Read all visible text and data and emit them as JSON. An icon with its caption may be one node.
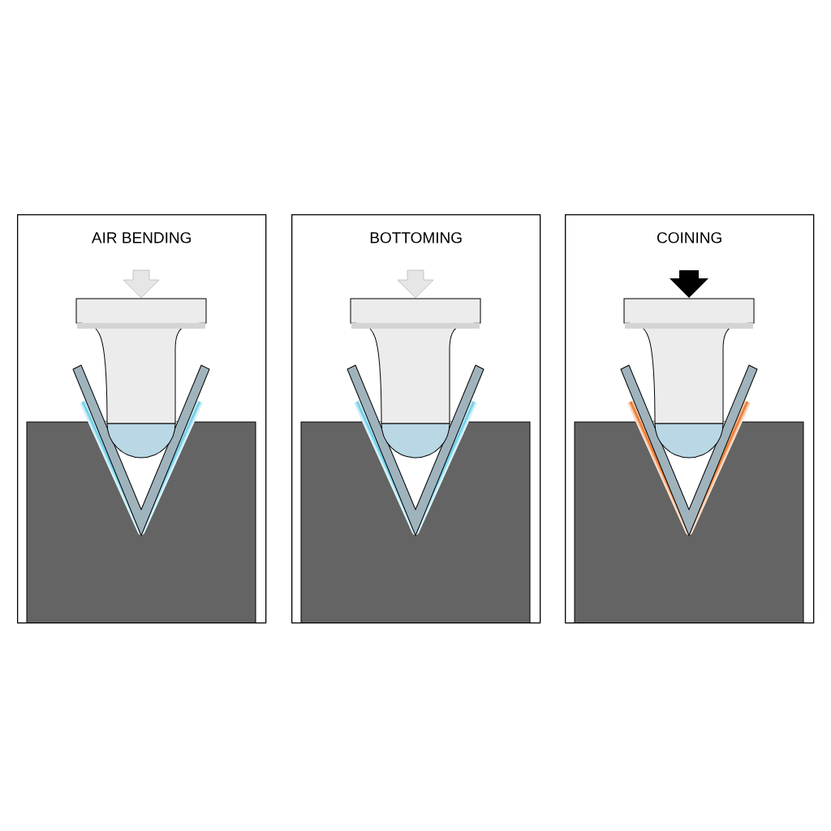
{
  "diagram": {
    "nodes": [
      {
        "text": [
          "AIR BENDING"
        ]
      },
      {
        "text": [
          "BOTTOMING"
        ]
      },
      {
        "text": [
          "COINING"
        ]
      }
    ]
  }
}
